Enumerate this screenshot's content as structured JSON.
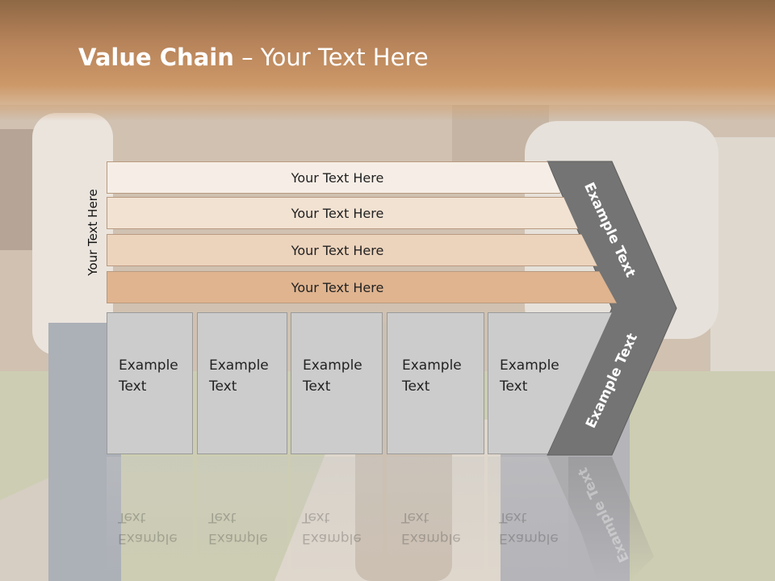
{
  "title": {
    "bold": "Value Chain",
    "rest": " – Your Text Here"
  },
  "side_label": "Your Text Here",
  "rows": [
    {
      "label": "Your Text Here"
    },
    {
      "label": "Your Text Here"
    },
    {
      "label": "Your Text Here"
    },
    {
      "label": "Your Text Here"
    }
  ],
  "boxes": [
    {
      "line1": "Example",
      "line2": "Text"
    },
    {
      "line1": "Example",
      "line2": "Text"
    },
    {
      "line1": "Example",
      "line2": "Text"
    },
    {
      "line1": "Example",
      "line2": "Text"
    },
    {
      "line1": "Example",
      "line2": "Text"
    }
  ],
  "chevron": {
    "upper": "Example Text",
    "lower": "Example Text"
  },
  "colors": {
    "title_band": "#b7835a",
    "row_fills": [
      "#f6eee6",
      "#f2e2d2",
      "#ecd3bc",
      "#dfb48f"
    ],
    "box_fill": "#cccccc",
    "chevron": "#747474"
  }
}
